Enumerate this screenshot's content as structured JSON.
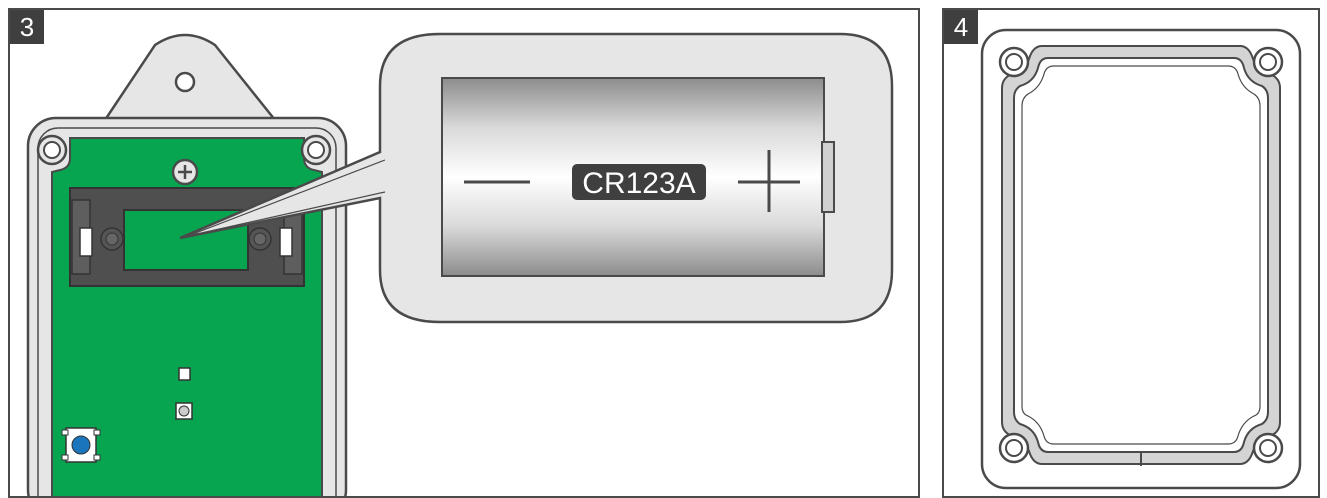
{
  "steps": [
    {
      "number": "3"
    },
    {
      "number": "4"
    }
  ],
  "battery": {
    "label": "CR123A",
    "minus_symbol": "—",
    "plus_symbol": "+"
  },
  "colors": {
    "pcb_green": "#07a550",
    "housing_gray": "#e6e6e6",
    "outline": "#4a4a4a",
    "holder_dark": "#4f4f4f",
    "button_blue": "#1b75bc",
    "badge_bg": "#3f3f3f"
  }
}
